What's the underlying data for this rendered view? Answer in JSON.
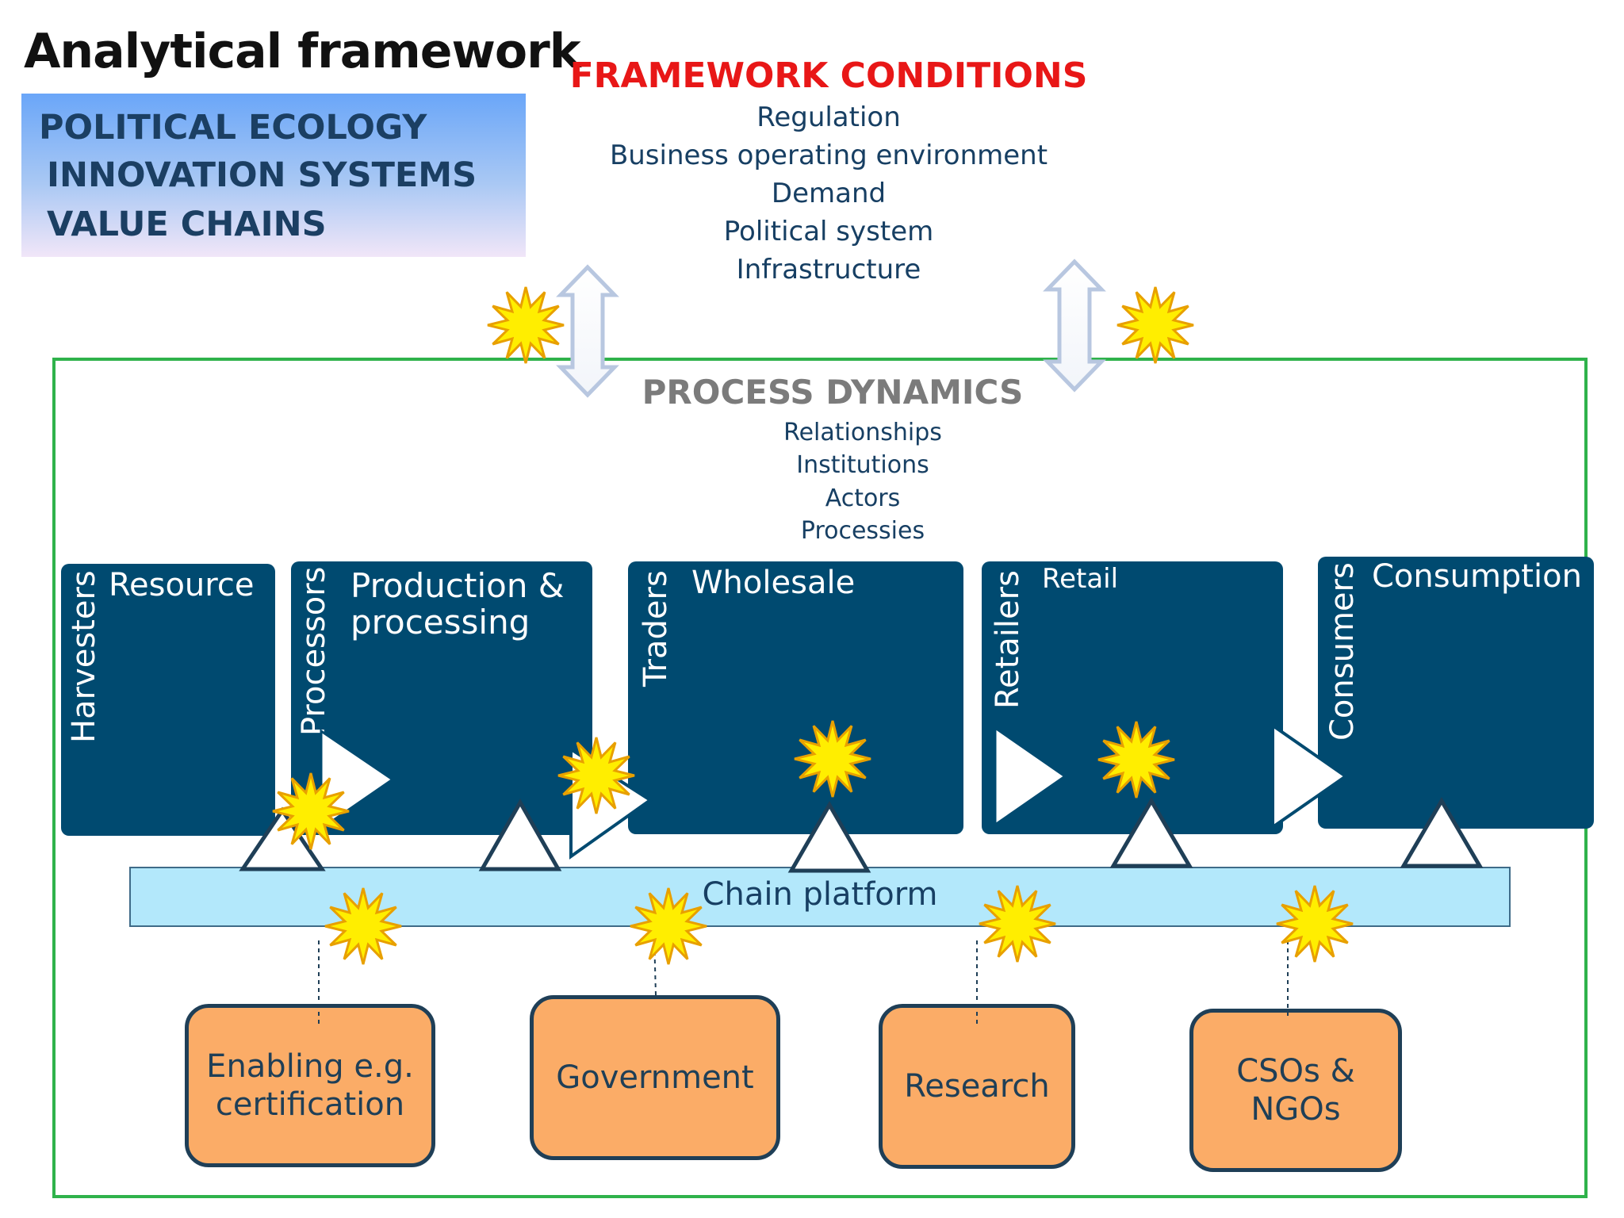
{
  "title": "Analytical framework",
  "lenses": [
    "POLITICAL ECOLOGY",
    "INNOVATION SYSTEMS",
    "VALUE CHAINS"
  ],
  "framework_conditions": {
    "title": "FRAMEWORK CONDITIONS",
    "items": [
      "Regulation",
      "Business operating environment",
      "Demand",
      "Political system",
      "Infrastructure"
    ]
  },
  "process_dynamics": {
    "title": "PROCESS DYNAMICS",
    "items": [
      "Relationships",
      "Institutions",
      "Actors",
      "Processies"
    ]
  },
  "stages": [
    {
      "actor": "Harvesters",
      "label": "Resource"
    },
    {
      "actor": "Processors",
      "label": "Production & processing"
    },
    {
      "actor": "Traders",
      "label": "Wholesale"
    },
    {
      "actor": "Retailers",
      "label": "Retail"
    },
    {
      "actor": "Consumers",
      "label": "Consumption"
    }
  ],
  "platform": "Chain platform",
  "supporters": [
    "Enabling e.g. certification",
    "Government",
    "Research",
    "CSOs & NGOs"
  ],
  "colors": {
    "stage": "#004a70",
    "frame": "#2fb24b",
    "framework_title": "#e81717",
    "platform": "#b3e8fb",
    "supporter": "#fbac67",
    "starburst": "#ffee00"
  }
}
